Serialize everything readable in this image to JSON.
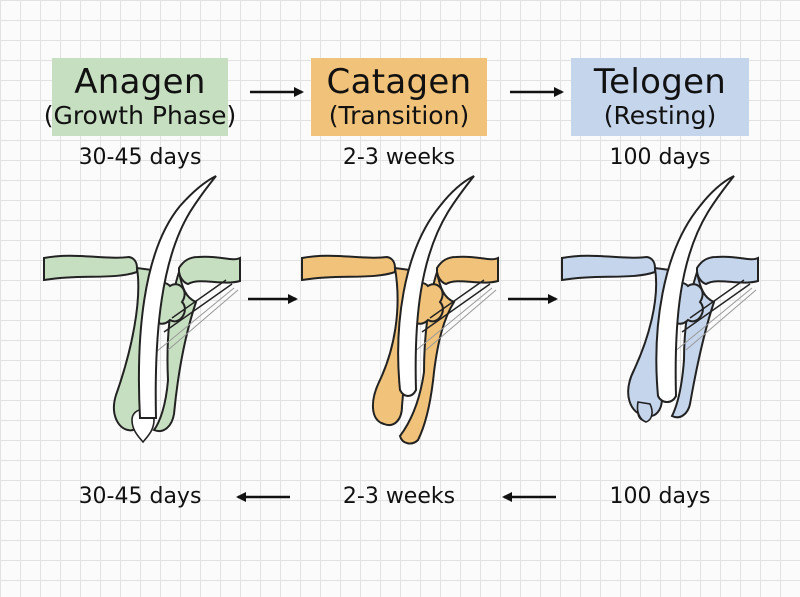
{
  "phases": [
    {
      "name": "Anagen",
      "subtitle": "(Growth Phase)",
      "duration": "30-45 days",
      "color": "#c7dfc1"
    },
    {
      "name": "Catagen",
      "subtitle": "(Transition)",
      "duration": "2-3 weeks",
      "color": "#f0c27a"
    },
    {
      "name": "Telogen",
      "subtitle": "(Resting)",
      "duration": "100 days",
      "color": "#c5d5ec"
    }
  ],
  "bottom_durations": [
    "30-45 days",
    "2-3 weeks",
    "100 days"
  ],
  "colors": {
    "anagen_fill": "#c7dfc1",
    "catagen_fill": "#f0c27a",
    "telogen_fill": "#c5d5ec",
    "outline": "#222222",
    "grid": "#e2e2e2"
  },
  "icons": {
    "forward_arrow": "right-arrow-icon",
    "backward_arrow": "left-arrow-icon",
    "follicle": "hair-follicle-icon"
  }
}
